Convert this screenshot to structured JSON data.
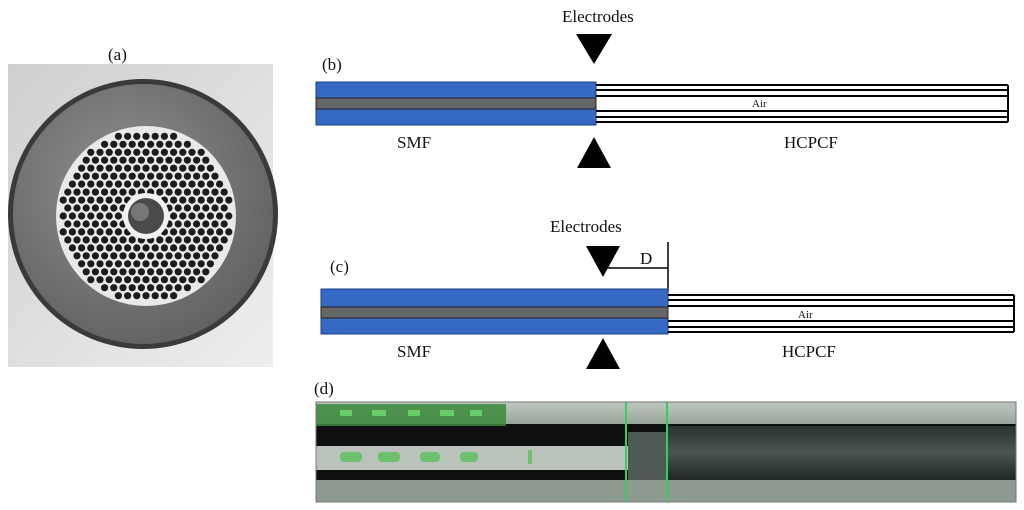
{
  "panels": {
    "a": {
      "label": "(a)"
    },
    "b": {
      "label": "(b)",
      "electrodes": "Electrodes",
      "left_fiber": "SMF",
      "right_fiber": "HCPCF",
      "core": "Air"
    },
    "c": {
      "label": "(c)",
      "electrodes": "Electrodes",
      "offset": "D",
      "left_fiber": "SMF",
      "right_fiber": "HCPCF",
      "core": "Air"
    },
    "d": {
      "label": "(d)"
    }
  },
  "colors": {
    "smf_cladding": "#3569c4",
    "smf_core": "#666666",
    "electrode": "#000000",
    "photo_bg": "#0d100e",
    "splice_marker": "#2fd15a"
  }
}
